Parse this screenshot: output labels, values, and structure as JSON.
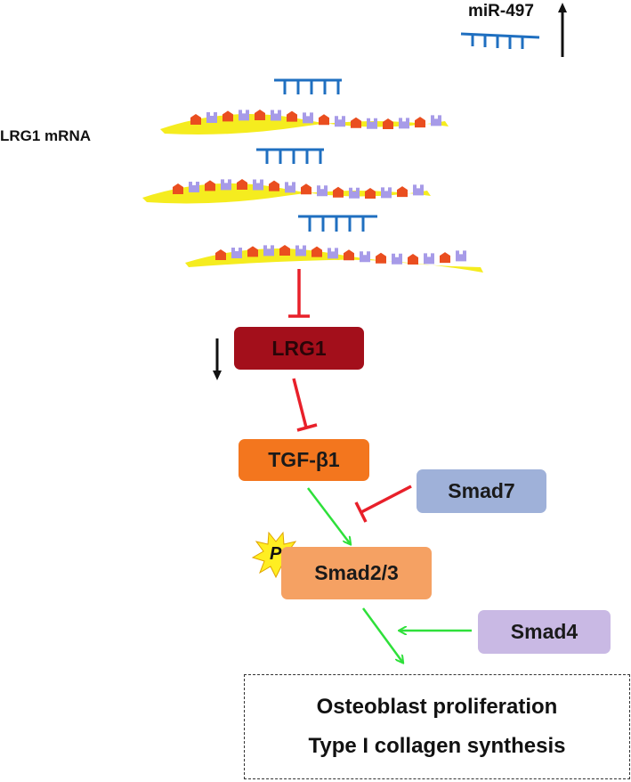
{
  "labels": {
    "mirna": "miR-497",
    "mrna": "LRG1 mRNA",
    "phospho": "P"
  },
  "nodes": {
    "lrg1": "LRG1",
    "tgf": "TGF-β1",
    "smad7": "Smad7",
    "smad23": "Smad2/3",
    "smad4": "Smad4"
  },
  "outcome": {
    "line1": "Osteoblast proliferation",
    "line2": "Type I collagen synthesis"
  },
  "colors": {
    "mirna_blue": "#1f6fc0",
    "mrna_yellow": "#f5ec1f",
    "base_orange": "#ea4e1f",
    "base_purple": "#a79be8",
    "inhibit_red": "#e8202a",
    "activate_green": "#2ee03a",
    "lrg1": "#a30f1b",
    "tgf": "#f3761e",
    "smad7": "#9fb1d9",
    "smad23": "#f5a163",
    "smad4": "#c9b9e4",
    "phospho_star": "#ffee22"
  },
  "icons": {
    "up_arrow": "up-arrow-icon",
    "down_arrow": "down-arrow-icon",
    "phospho": "phosphorylation-star-icon"
  }
}
